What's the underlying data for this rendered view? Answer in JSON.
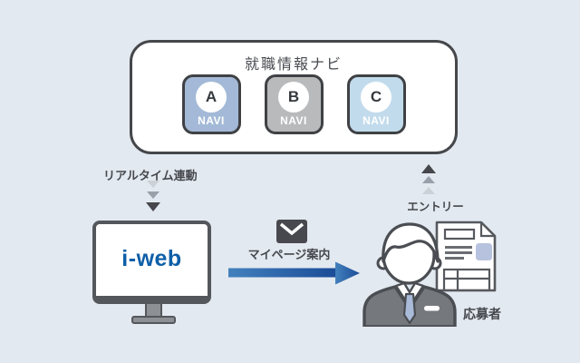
{
  "colors": {
    "background": "#e3e9f0",
    "text_dark": "#45484d",
    "navi_a": "#a3b9d7",
    "navi_b": "#b9babb",
    "navi_c": "#c2dbec",
    "iweb_blue": "#0d5fa8",
    "arrow_gradient_start": "#4381bd",
    "arrow_gradient_end": "#1a4b97",
    "step_dark": "#45474c",
    "step_mid": "#9aa0a9",
    "step_light": "#ccd1d8",
    "monitor_stand_gray": "#8d9196",
    "envelope_gray": "#47494e",
    "suit_gray": "#75787d",
    "tie_blue": "#a9bbd9",
    "doc_accent_blue": "#b7c2de",
    "doc_line_gray": "#6a6e73"
  },
  "navi_panel": {
    "title": "就職情報ナビ",
    "items": [
      {
        "letter": "A",
        "label": "NAVI"
      },
      {
        "letter": "B",
        "label": "NAVI"
      },
      {
        "letter": "C",
        "label": "NAVI"
      }
    ]
  },
  "labels": {
    "realtime": "リアルタイム連動",
    "mypage": "マイページ案内",
    "entry": "エントリー",
    "applicant": "応募者"
  },
  "monitor": {
    "logo": "i-web"
  },
  "icons": {
    "down_arrows": "triple-chevron-down",
    "up_arrows": "triple-chevron-up",
    "envelope": "mail-envelope",
    "flow_arrow": "arrow-right",
    "monitor": "desktop-monitor",
    "person": "business-person-applicant",
    "document": "application-document"
  }
}
